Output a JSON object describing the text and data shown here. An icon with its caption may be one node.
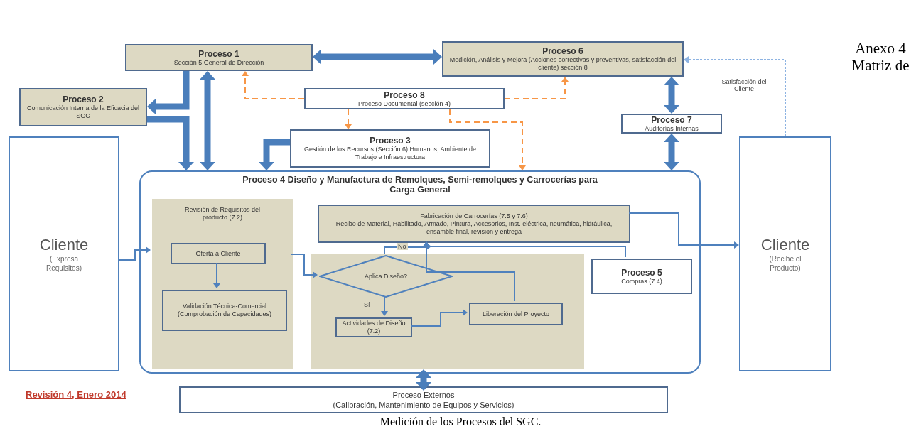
{
  "diagram": {
    "caption": "Medición de los Procesos del SGC.",
    "nodes": [
      {
        "text": [
          "Proceso 1",
          "Sección 5 General de Dirección"
        ]
      },
      {
        "text": [
          "Proceso 6",
          "Medición, Análisis y Mejora (Acciones correctivas y preventivas, satisfacción del cliente) sección 8"
        ]
      },
      {
        "text": [
          "Proceso 2",
          "Comunicación Interna de la Eficacia del SGC"
        ]
      },
      {
        "text": [
          "Proceso 8",
          "Proceso Documental (sección 4)"
        ]
      },
      {
        "text": [
          "Proceso 7",
          "Auditorías Internas"
        ]
      },
      {
        "text": [
          "Proceso 3",
          "Gestión de los Recursos (Sección 6) Humanos, Ambiente de Trabajo e Infraestructura"
        ]
      },
      {
        "text": [
          "Cliente",
          "(Expresa Requisitos)"
        ]
      },
      {
        "text": [
          "Cliente",
          "(Recibe el Producto)"
        ]
      },
      {
        "text": [
          "Proceso 4 Diseño y Manufactura de Remolques, Semi-remolques y Carrocerías para Carga General"
        ]
      },
      {
        "text": [
          "Revisión de Requisitos del producto (7.2)"
        ],
        "in": 8
      },
      {
        "text": [
          "Oferta a Cliente"
        ],
        "in": 9
      },
      {
        "text": [
          "Validación Técnica-Comercial (Comprobación de Capacidades)"
        ],
        "in": 9
      },
      {
        "text": [
          "Fabricación de Carrocerías (7.5 y 7.6)",
          "Recibo de Material, Habilitado, Armado, Pintura, Accesorios, Inst. eléctrica, neumática, hidráulica, ensamble final, revisión y entrega"
        ],
        "in": 8
      },
      {
        "text": [],
        "shape": "box",
        "in": 8
      },
      {
        "text": [
          "Aplica Diseño?"
        ],
        "in": 13
      },
      {
        "text": [
          "Actividades de Diseño (7.2)"
        ],
        "in": 13
      },
      {
        "text": [
          "Liberación del Proyecto"
        ],
        "in": 13
      },
      {
        "text": [
          "Proceso 5",
          "Compras (7.4)"
        ],
        "in": 8
      },
      {
        "text": [
          "Proceso Externos",
          "(Calibración, Mantenimiento de Equipos y Servicios)"
        ]
      }
    ],
    "edges": [
      {
        "from": 0,
        "to": 2,
        "arrow": "to",
        "style": "thick"
      },
      {
        "from": 2,
        "to": 8,
        "arrow": "to",
        "style": "thick"
      },
      {
        "from": 0,
        "to": 8,
        "arrow": "both",
        "style": "thick"
      },
      {
        "from": 0,
        "to": 1,
        "arrow": "both",
        "style": "thick"
      },
      {
        "from": 5,
        "to": 8,
        "arrow": "to",
        "style": "thick"
      },
      {
        "from": 1,
        "to": 4,
        "arrow": "both",
        "style": "thick"
      },
      {
        "from": 4,
        "to": 8,
        "arrow": "both",
        "style": "thick"
      },
      {
        "from": 3,
        "to": 0,
        "arrow": "to",
        "style": "dashed",
        "color": "#f79646"
      },
      {
        "from": 3,
        "to": 1,
        "arrow": "to",
        "style": "dashed",
        "color": "#f79646"
      },
      {
        "from": 3,
        "to": 5,
        "arrow": "to",
        "style": "dashed",
        "color": "#f79646"
      },
      {
        "from": 3,
        "to": 8,
        "arrow": "to",
        "style": "dashed",
        "color": "#f79646"
      },
      {
        "from": 7,
        "to": 1,
        "arrow": "to",
        "label": "Satisfacción del Cliente",
        "style": "dashed",
        "color": "#8db3e2"
      },
      {
        "from": 6,
        "to": 9,
        "arrow": "to"
      },
      {
        "from": 10,
        "to": 11,
        "arrow": "to"
      },
      {
        "from": 9,
        "to": 14,
        "arrow": "to"
      },
      {
        "from": 14,
        "to": 15,
        "arrow": "to",
        "label": "Sí"
      },
      {
        "from": 14,
        "to": 12,
        "arrow": "to",
        "label": "No"
      },
      {
        "from": 17,
        "to": 12,
        "arrow": "to"
      },
      {
        "from": 16,
        "to": 12,
        "arrow": "to"
      },
      {
        "from": 15,
        "to": 16,
        "arrow": "to"
      },
      {
        "from": 12,
        "to": 7,
        "arrow": "to"
      },
      {
        "from": 8,
        "to": 18,
        "arrow": "both",
        "style": "thick"
      }
    ],
    "labels": [
      "Anexo 4 Matriz de",
      "Revisión 4, Enero 2014"
    ]
  }
}
